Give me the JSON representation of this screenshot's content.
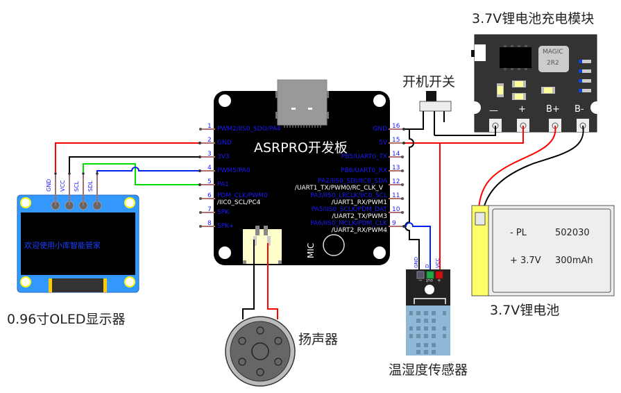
{
  "diagram": {
    "board": {
      "title": "ASRPRO开发板",
      "mic_label": "MIC",
      "left_pins": [
        {
          "num": "1",
          "name": "PWM2/IIS0_SDO/PA4",
          "sub": ""
        },
        {
          "num": "2",
          "name": "GND",
          "sub": ""
        },
        {
          "num": "3",
          "name": "3V3",
          "sub": ""
        },
        {
          "num": "4",
          "name": "PWM5/PA0",
          "sub": ""
        },
        {
          "num": "5",
          "name": "PA1",
          "sub": ""
        },
        {
          "num": "6",
          "name": "PDM_CLK/PWM0",
          "sub": "/IIC0_SCL/PC4"
        },
        {
          "num": "7",
          "name": "SPK-",
          "sub": ""
        },
        {
          "num": "8",
          "name": "SPK+",
          "sub": ""
        }
      ],
      "right_pins": [
        {
          "num": "16",
          "name": "GND",
          "sub": ""
        },
        {
          "num": "15",
          "name": "5V",
          "sub": ""
        },
        {
          "num": "14",
          "name": "PB5/UART0_TX",
          "sub": ""
        },
        {
          "num": "13",
          "name": "PB6/UART0_RX",
          "sub": ""
        },
        {
          "num": "12",
          "name": "PA2/IIS0_SDI/IIC0_SDA",
          "sub": "/UART1_TX/PWM0/RC_CLK_V"
        },
        {
          "num": "11",
          "name": "PA3/IIS0_LRCLK/IIC0_SCL",
          "sub": "/UART1_RX/PWM1"
        },
        {
          "num": "10",
          "name": "PA5/IIS0_SCLK/PDM_DAT",
          "sub": "/UART2_TX/PWM3"
        },
        {
          "num": "9",
          "name": "PA6/IIS0_MCLK/PDM_CLK",
          "sub": "/UART2_RX/PWM4"
        }
      ]
    },
    "oled": {
      "caption": "0.96寸OLED显示器",
      "screen_text": "欢迎使用小库智能管家",
      "pins": [
        "GND",
        "VCC",
        "SCL",
        "SDL"
      ]
    },
    "charger": {
      "caption": "3.7V锂电池充电模块",
      "chip_line1": "MAGIC",
      "chip_line2": "2R2",
      "terminals": [
        "—",
        "+",
        "B+",
        "B-"
      ]
    },
    "switch": {
      "caption": "开机开关"
    },
    "battery": {
      "caption": "3.7V锂电池",
      "line1_left": "- PL",
      "line1_right": "502030",
      "line2_left": "+ 3.7V",
      "line2_right": "300mAh"
    },
    "sensor": {
      "caption": "温湿度传感器",
      "pins": [
        "GND",
        "D",
        "VCC"
      ],
      "pin_marks": [
        "−",
        "out",
        "+"
      ]
    },
    "speaker": {
      "caption": "扬声器"
    },
    "colors": {
      "wire_red": "#ff0000",
      "wire_black": "#000000",
      "wire_green": "#00e000",
      "wire_blue": "#0022ee",
      "pin_text": "#1a1aff",
      "oled_pcb": "#3399ff",
      "charger_pcb": "#333333",
      "battery_label": "#ffff66",
      "sensor_body": "#8fb8d8"
    }
  }
}
